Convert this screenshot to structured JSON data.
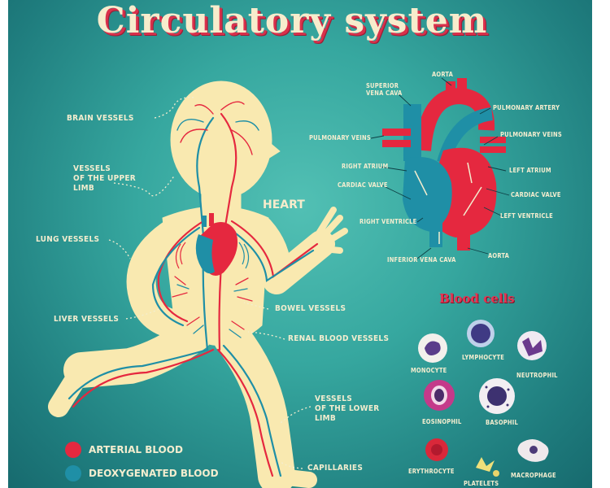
{
  "title": "Circulatory system",
  "body_labels": {
    "brain_vessels": "BRAIN VESSELS",
    "vessels_upper_limb": "VESSELS\nOF THE UPPER\nLIMB",
    "heart": "HEART",
    "lung_vessels": "LUNG VESSELS",
    "liver_vessels": "LIVER VESSELS",
    "bowel_vessels": "BOWEL VESSELS",
    "renal_blood_vessels": "RENAL BLOOD VESSELS",
    "vessels_lower_limb": "VESSELS\nOF THE LOWER\nLIMB",
    "capillaries": "CAPILLARIES"
  },
  "heart_labels": {
    "aorta_top": "AORTA",
    "superior_vena_cava": "SUPERIOR\nVENA CAVA",
    "pulmonary_artery": "PULMONARY ARTERY",
    "pulmonary_veins_left": "PULMONARY VEINS",
    "pulmonary_veins_right": "PULMONARY VEINS",
    "right_atrium": "RIGHT ATRIUM",
    "left_atrium": "LEFT ATRIUM",
    "cardiac_valve_left": "CARDIAC VALVE",
    "cardiac_valve_right": "CARDIAC VALVE",
    "right_ventricle": "RIGHT VENTRICLE",
    "left_ventricle": "LEFT VENTRICLE",
    "inferior_vena_cava": "INFERIOR VENA CAVA",
    "aorta_bottom": "AORTA"
  },
  "blood_cells": {
    "title": "Blood cells",
    "monocyte": "MONOCYTE",
    "lymphocyte": "LYMPHOCYTE",
    "neutrophil": "NEUTROPHIL",
    "eosinophil": "EOSINOPHIL",
    "basophil": "BASOPHIL",
    "erythrocyte": "ERYTHROCYTE",
    "platelets": "PLATELETS",
    "macrophage": "MACROPHAGE"
  },
  "legend": {
    "arterial": "ARTERIAL BLOOD",
    "deoxygenated": "DEOXYGENATED BLOOD"
  },
  "colors": {
    "arterial": "#e5283f",
    "deoxygenated": "#1f8fa6",
    "body": "#f9e9b0",
    "label": "#f3edcf"
  }
}
